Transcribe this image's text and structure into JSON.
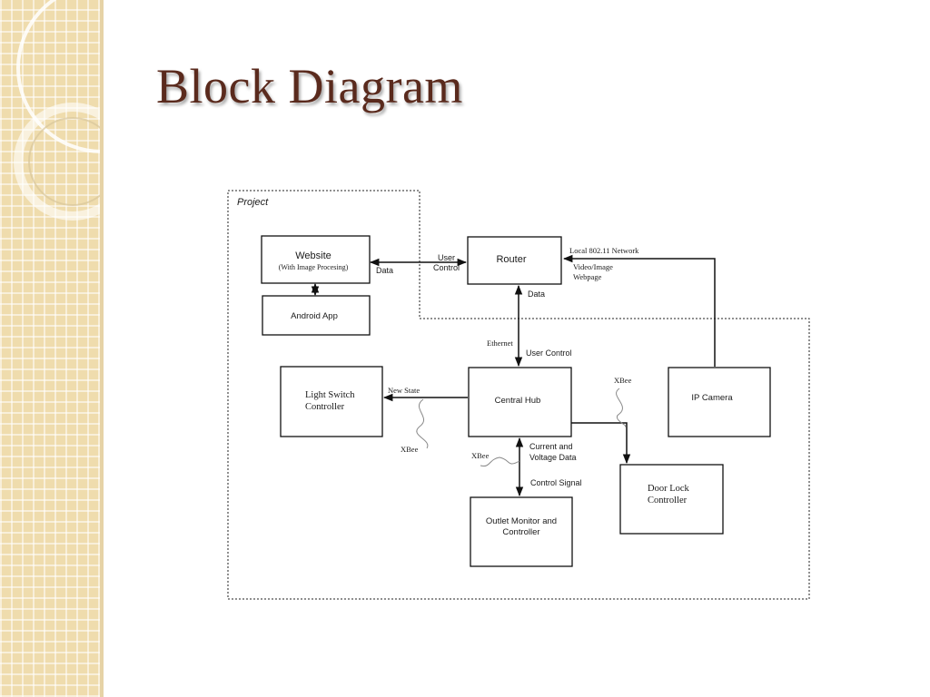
{
  "slide": {
    "title": "Block Diagram"
  },
  "diagram": {
    "region_label": "Project",
    "blocks": {
      "website_title": "Website",
      "website_subtitle": "(With Image Procesing)",
      "android_app": "Android App",
      "router": "Router",
      "light_switch_line1": "Light Switch",
      "light_switch_line2": "Controller",
      "central_hub": "Central Hub",
      "ip_camera": "IP  Camera",
      "door_lock_line1": "Door Lock",
      "door_lock_line2": "Controller",
      "outlet_line1": "Outlet Monitor and",
      "outlet_line2": "Controller"
    },
    "labels": {
      "website_data": "Data",
      "user_control_1": "User",
      "user_control_2": "Control",
      "network_1": "Local  802.11 Network",
      "video_1": "Video/Image",
      "video_2": "Webpage",
      "router_data": "Data",
      "ethernet": "Ethernet",
      "hub_user_control": "User Control",
      "new_state": "New State",
      "xbee_light": "XBee",
      "xbee_camera": "XBee",
      "xbee_outlet": "XBee",
      "current_1": "Current and",
      "current_2": "Voltage Data",
      "control_signal": "Control Signal"
    }
  }
}
